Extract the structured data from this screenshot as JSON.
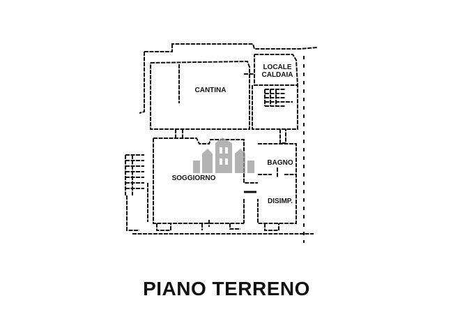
{
  "floor_plan": {
    "title": "PIANO TERRENO",
    "rooms": [
      {
        "id": "cantina",
        "label": "CANTINA"
      },
      {
        "id": "locale-caldaia",
        "label_line1": "LOCALE",
        "label_line2": "CALDAIA"
      },
      {
        "id": "soggiorno",
        "label": "SOGGIORNO"
      },
      {
        "id": "bagno",
        "label": "BAGNO"
      },
      {
        "id": "disimpegno",
        "label": "DISIMP."
      }
    ],
    "watermark": "buildings-logo",
    "colors": {
      "wall": "#111111",
      "background": "#ffffff",
      "watermark": "#9a9a9a"
    }
  }
}
